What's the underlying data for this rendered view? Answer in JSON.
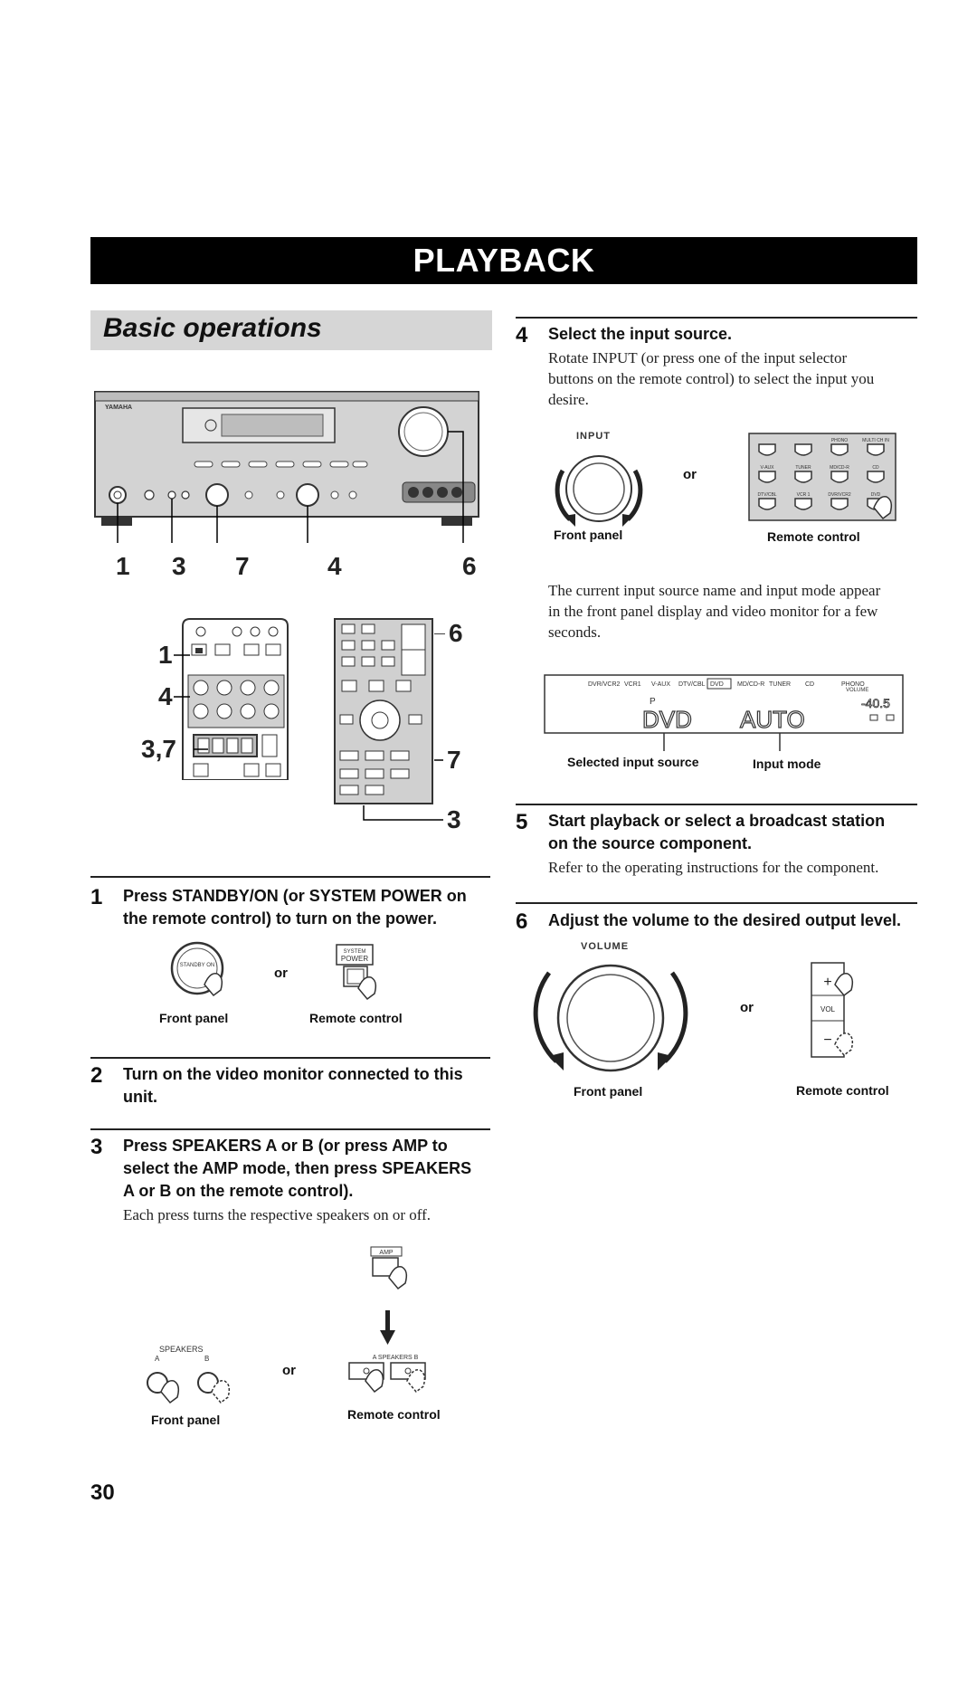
{
  "page_title": "PLAYBACK",
  "section_title": "Basic operations",
  "panel_callouts": [
    "1",
    "3",
    "7",
    "4",
    "6"
  ],
  "remote_callouts_left": [
    "1",
    "4",
    "3,7"
  ],
  "remote_callouts_right": [
    "6",
    "7",
    "3"
  ],
  "steps": [
    {
      "num": "1",
      "title_l1": "Press STANDBY/ON (or SYSTEM POWER on",
      "title_l2": "the remote control) to turn on the power.",
      "front_label": "Front panel",
      "remote_label": "Remote control",
      "or": "or",
      "button_front": "STANDBY ON",
      "button_remote_l1": "SYSTEM",
      "button_remote_l2": "POWER"
    },
    {
      "num": "2",
      "title_l1": "Turn on the video monitor connected to this",
      "title_l2": "unit."
    },
    {
      "num": "3",
      "title_l1": "Press SPEAKERS A or B (or press AMP to",
      "title_l2": "select the AMP mode, then press SPEAKERS",
      "title_l3": "A or B on the remote control).",
      "body": "Each press turns the respective speakers on or off.",
      "amp_label": "AMP",
      "speakers_label": "SPEAKERS",
      "speakers_a": "A",
      "speakers_b": "B",
      "remote_speakers_label": "A  SPEAKERS  B",
      "front_label": "Front panel",
      "remote_label": "Remote control",
      "or": "or"
    },
    {
      "num": "4",
      "title": "Select the input source.",
      "body_l1": "Rotate INPUT (or press one of the input selector",
      "body_l2": "buttons on the remote control) to select the input you",
      "body_l3": "desire.",
      "knob_label": "INPUT",
      "front_label": "Front panel",
      "remote_label": "Remote control",
      "or": "or",
      "after_l1": "The current input source name and input mode appear",
      "after_l2": "in the front panel display and video monitor for a few",
      "after_l3": "seconds.",
      "selected_label": "Selected input source",
      "mode_label": "Input mode"
    },
    {
      "num": "5",
      "title_l1": "Start playback or select a broadcast station",
      "title_l2": "on the source component.",
      "body": "Refer to the operating instructions for the component."
    },
    {
      "num": "6",
      "title": "Adjust the volume to the desired output level.",
      "knob_label": "VOLUME",
      "front_label": "Front panel",
      "remote_label": "Remote control",
      "or": "or",
      "vol_label": "VOL",
      "plus": "+",
      "minus": "−"
    }
  ],
  "remote_input_buttons": {
    "row1": [
      "",
      "",
      "PHONO",
      "MULTI CH IN"
    ],
    "row2": [
      "V-AUX",
      "TUNER",
      "MD/CD-R",
      "CD"
    ],
    "row3": [
      "DTV/CBL",
      "VCR 1",
      "DVR/VCR2",
      "DVD"
    ]
  },
  "display": {
    "sources": [
      "DVR/VCR2",
      "VCR1",
      "V-AUX",
      "DTV/CBL",
      "DVD",
      "MD/CD-R",
      "TUNER",
      "CD",
      "PHONO"
    ],
    "volume_label": "VOLUME",
    "main_source": "DVD",
    "main_mode": "AUTO",
    "volume_value": "-40.5",
    "indicator": "P"
  },
  "page_number": "30"
}
